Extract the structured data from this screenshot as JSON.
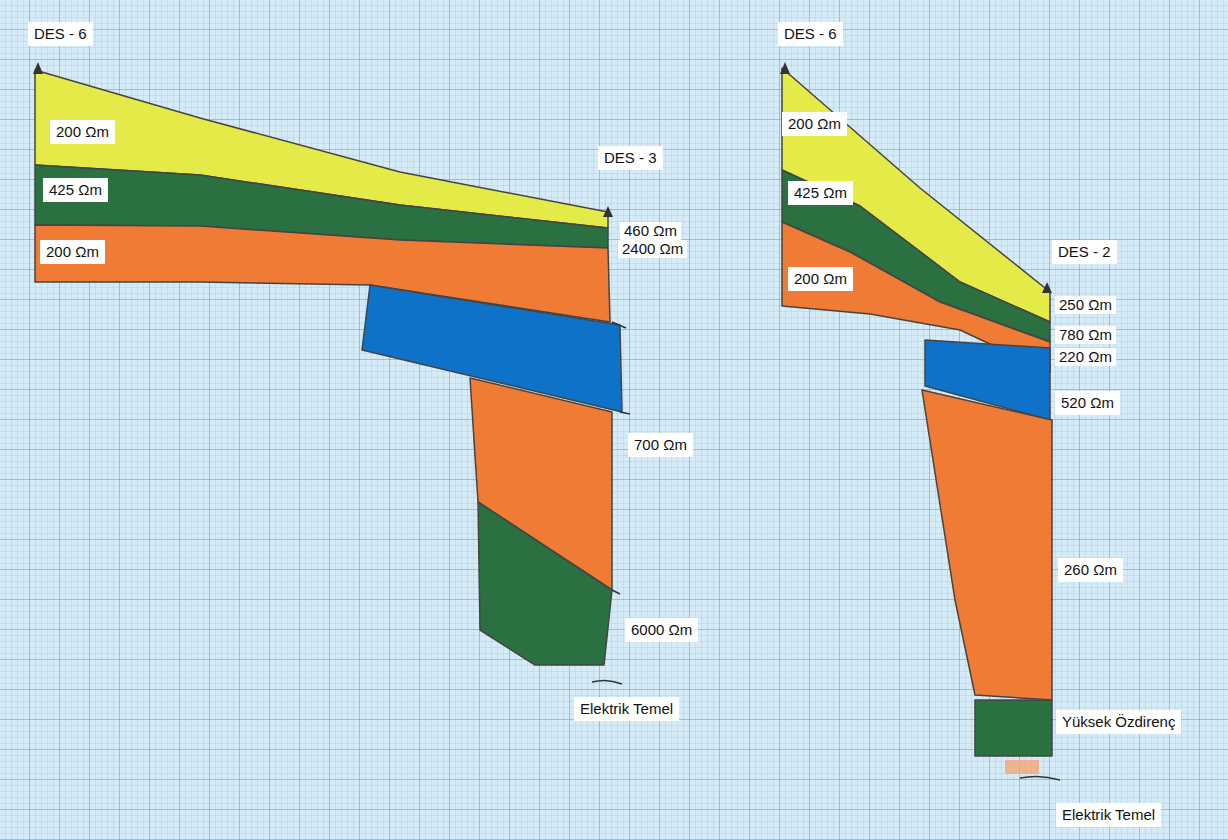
{
  "diagram": {
    "labels": [
      "DES - 6",
      "200 Ωm",
      "425 Ωm",
      "200 Ωm",
      "DES - 3",
      "460 Ωm",
      "2400 Ωm",
      "700 Ωm",
      "6000 Ωm",
      "Elektrik Temel",
      "DES - 6",
      "200 Ωm",
      "425 Ωm",
      "200 Ωm",
      "DES - 2",
      "250 Ωm",
      "780 Ωm",
      "220 Ωm",
      "520 Ωm",
      "260 Ωm",
      "Yüksek Özdirenç",
      "Elektrik Temel"
    ]
  }
}
